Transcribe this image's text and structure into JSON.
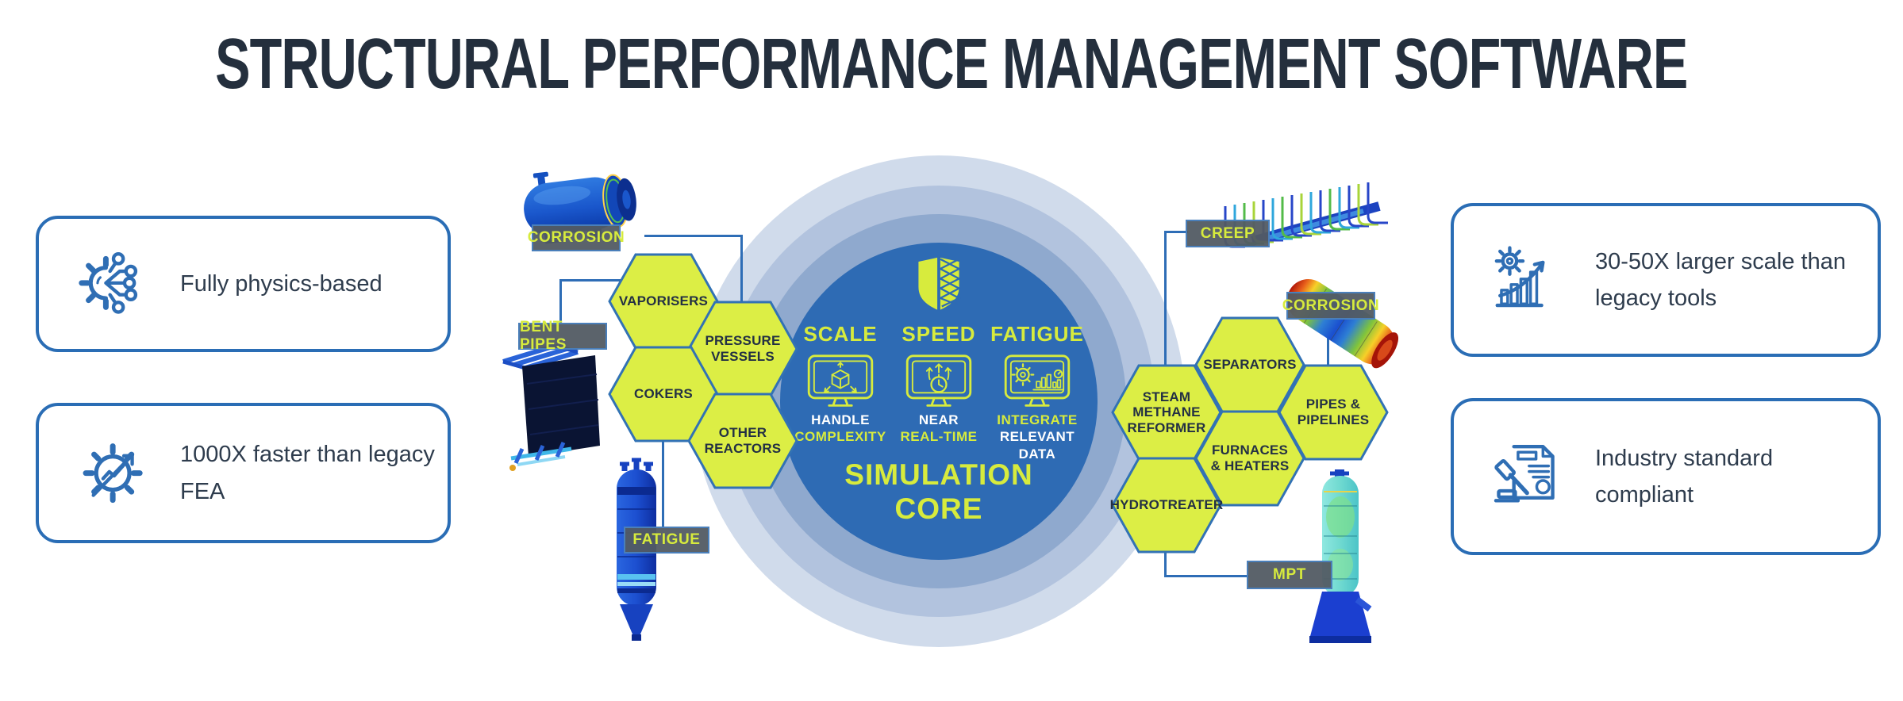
{
  "title": "STRUCTURAL PERFORMANCE MANAGEMENT SOFTWARE",
  "features": {
    "left": [
      {
        "label": "Fully physics-based",
        "icon": "gear-circuit-icon"
      },
      {
        "label": "1000X faster than legacy FEA",
        "icon": "gear-chart-arrow-icon"
      }
    ],
    "right": [
      {
        "label": "30-50X larger scale than legacy tools",
        "icon": "gear-growth-chart-icon"
      },
      {
        "label": "Industry standard compliant",
        "icon": "document-gavel-icon"
      }
    ]
  },
  "core": {
    "icon": "shield-mesh-icon",
    "pillars": [
      {
        "title": "SCALE",
        "icon": "monitor-cube-icon",
        "caption1": "HANDLE",
        "caption2": "COMPLEXITY"
      },
      {
        "title": "SPEED",
        "icon": "monitor-stopwatch-icon",
        "caption1": "NEAR",
        "caption2": "REAL-TIME"
      },
      {
        "title": "FATIGUE",
        "icon": "monitor-analytics-icon",
        "caption1": "INTEGRATE",
        "caption2": "RELEVANT DATA"
      }
    ],
    "label_line1": "SIMULATION",
    "label_line2": "CORE"
  },
  "equipment": {
    "left": [
      {
        "label": "VAPORISERS"
      },
      {
        "label": "PRESSURE VESSELS"
      },
      {
        "label": "COKERS"
      },
      {
        "label": "OTHER REACTORS"
      }
    ],
    "right": [
      {
        "label": "STEAM METHANE REFORMER"
      },
      {
        "label": "SEPARATORS"
      },
      {
        "label": "PIPES & PIPELINES"
      },
      {
        "label": "FURNACES & HEATERS"
      },
      {
        "label": "HYDROTREATER"
      }
    ]
  },
  "callouts": {
    "corrosion_left": {
      "label": "CORROSION"
    },
    "bent_pipes": {
      "label": "BENT PIPES"
    },
    "fatigue": {
      "label": "FATIGUE"
    },
    "creep": {
      "label": "CREEP"
    },
    "corrosion_right": {
      "label": "CORROSION"
    },
    "mpt": {
      "label": "MPT"
    }
  },
  "colors": {
    "accent_yellow": "#d7eb3d",
    "hexagon_fill": "#dcee45",
    "core_blue": "#2e6bb4",
    "ring_blue_inner": "#8fa9ce",
    "ring_blue_mid": "#b2c3de",
    "ring_blue_outer": "#d0dbeb",
    "outline_blue": "#2a6db5",
    "title_navy": "#242f3d",
    "callout_slate": "#525b63"
  }
}
